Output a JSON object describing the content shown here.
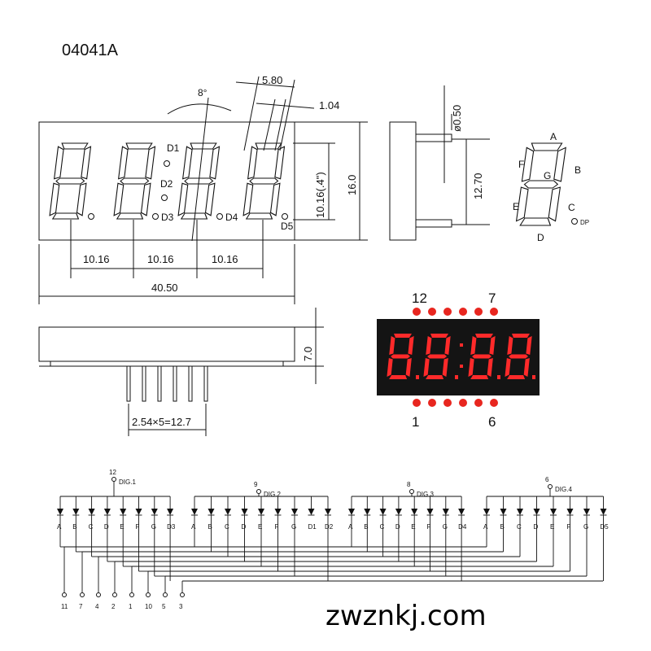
{
  "part_number": "04041A",
  "front_view": {
    "angle": "8°",
    "dims": {
      "width_seg": "5.80",
      "seg_spacing": "1.04",
      "digit_height": "10.16(.4\")",
      "height": "16.0",
      "pitch": [
        "10.16",
        "10.16",
        "10.16"
      ],
      "total_width": "40.50"
    },
    "dot_labels": [
      "D1",
      "D2",
      "D3",
      "D4",
      "D5"
    ]
  },
  "side_view": {
    "pin_dia": "ø0.50",
    "pin_span": "12.70"
  },
  "bottom_view": {
    "height": "7.0",
    "pin_pitch": "2.54×5=12.7"
  },
  "segment_map": {
    "labels": [
      "A",
      "B",
      "C",
      "D",
      "E",
      "F",
      "G"
    ],
    "dp": "DP"
  },
  "photo": {
    "pin_top_left": "12",
    "pin_top_right": "7",
    "pin_bottom_left": "1",
    "pin_bottom_right": "6"
  },
  "circuit": {
    "digits": [
      {
        "pin": "12",
        "label": "DIG.1",
        "legs": [
          "A",
          "B",
          "C",
          "D",
          "E",
          "F",
          "G",
          "D3"
        ]
      },
      {
        "pin": "9",
        "label": "DIG.2",
        "legs": [
          "A",
          "B",
          "C",
          "D",
          "E",
          "F",
          "G",
          "D1",
          "D2"
        ]
      },
      {
        "pin": "8",
        "label": "DIG.3",
        "legs": [
          "A",
          "B",
          "C",
          "D",
          "E",
          "F",
          "G",
          "D4"
        ]
      },
      {
        "pin": "6",
        "label": "DIG.4",
        "legs": [
          "A",
          "B",
          "C",
          "D",
          "E",
          "F",
          "G",
          "D5"
        ]
      }
    ],
    "segment_pins": [
      "11",
      "7",
      "4",
      "2",
      "1",
      "10",
      "5",
      "3"
    ]
  },
  "watermark": "zwznkj.com",
  "colors": {
    "led_red": "#ff2a2a",
    "pin_dot": "#e8261f",
    "housing": "#141414"
  }
}
